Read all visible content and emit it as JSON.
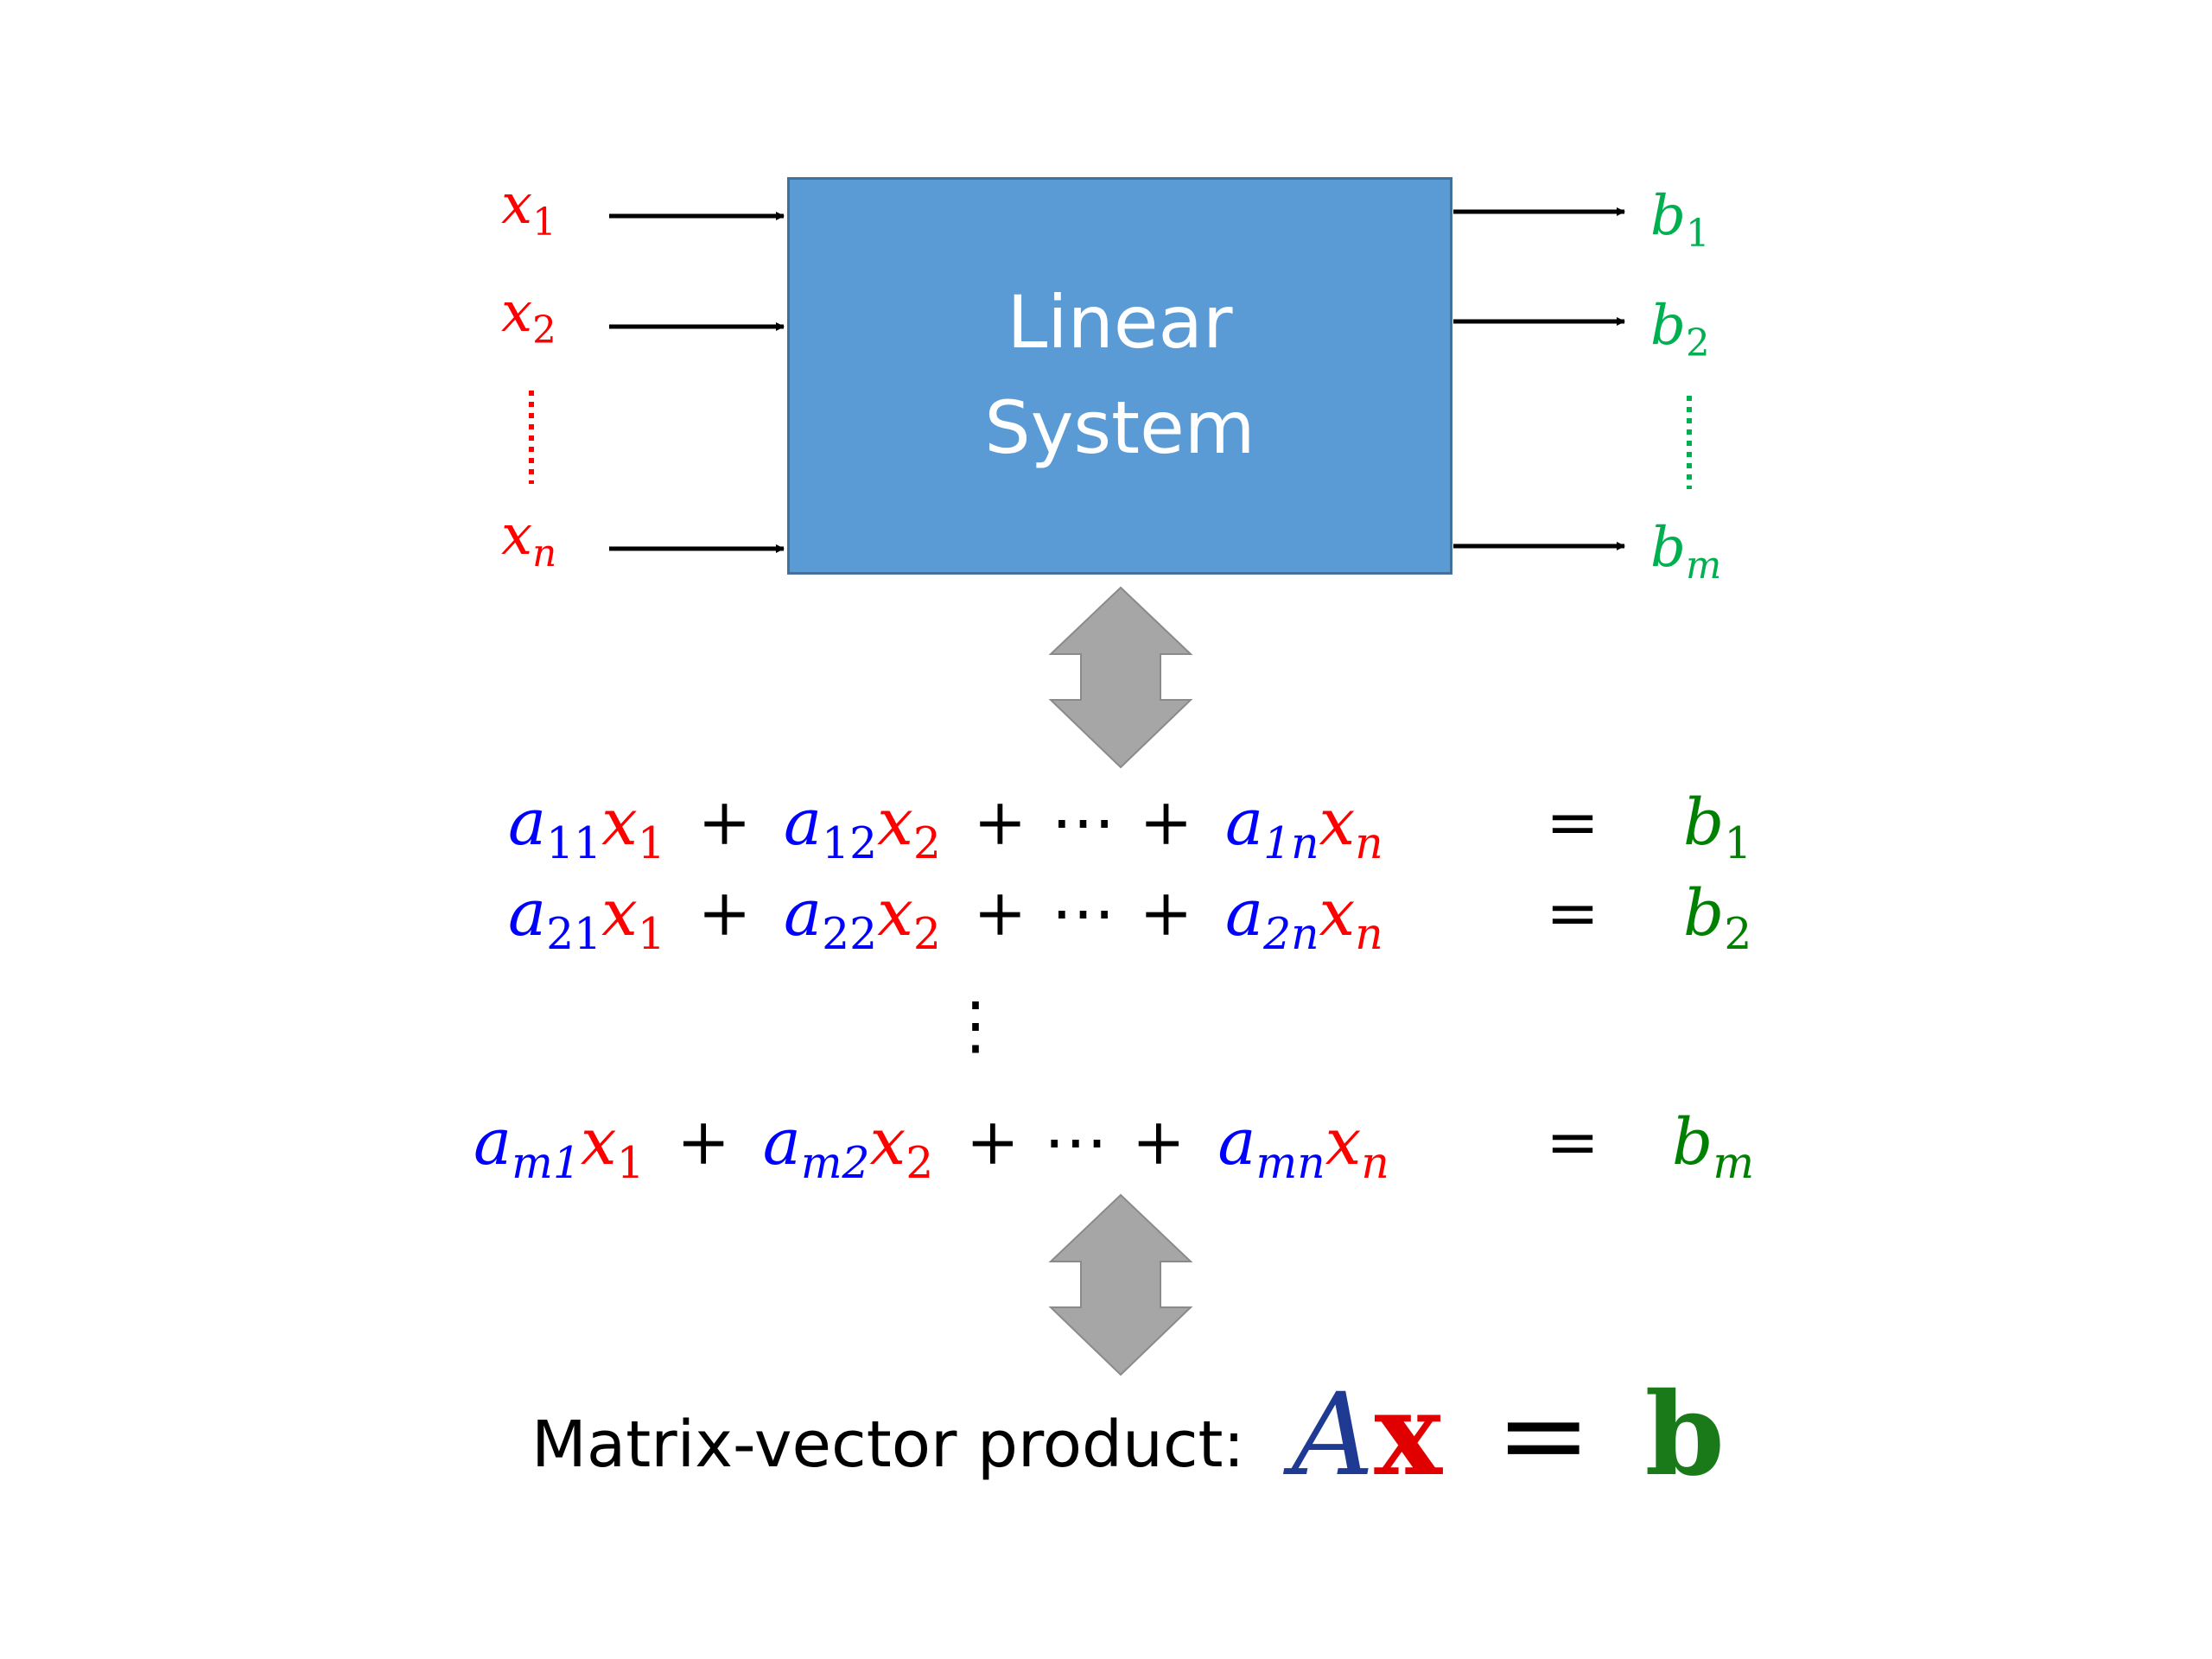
{
  "inputs": [
    "x",
    "x",
    "x"
  ],
  "input_subs": [
    "1",
    "2",
    "n"
  ],
  "outputs": [
    "b",
    "b",
    "b"
  ],
  "output_subs": [
    "1",
    "2",
    "m"
  ],
  "system": {
    "line1": "Linear",
    "line2": "System"
  },
  "equations": [
    {
      "a1": "11",
      "x1": "1",
      "a2": "12",
      "x2": "2",
      "an": "1n",
      "xn": "n",
      "b": "b",
      "bsub": "1"
    },
    {
      "a1": "21",
      "x1": "1",
      "a2": "22",
      "x2": "2",
      "an": "2n",
      "xn": "n",
      "b": "b",
      "bsub": "2"
    },
    {
      "a1": "m1",
      "x1": "1",
      "a2": "m2",
      "x2": "2",
      "an": "mn",
      "xn": "n",
      "b": "b",
      "bsub": "m"
    }
  ],
  "symbols": {
    "a": "a",
    "x": "x",
    "plus": "+",
    "cdots": "⋯",
    "equals": "=",
    "vdots": "⋮"
  },
  "bottom": {
    "label": "Matrix-vector product:",
    "A": "A",
    "x": "x",
    "equals": "=",
    "b": "b"
  },
  "colors": {
    "input": "#ff0000",
    "output": "#00b050",
    "box": "#5b9bd5",
    "coefficient": "#0000ff",
    "variable": "#ff0000",
    "rhs": "#008000",
    "arrow_gray": "#a6a6a6"
  }
}
